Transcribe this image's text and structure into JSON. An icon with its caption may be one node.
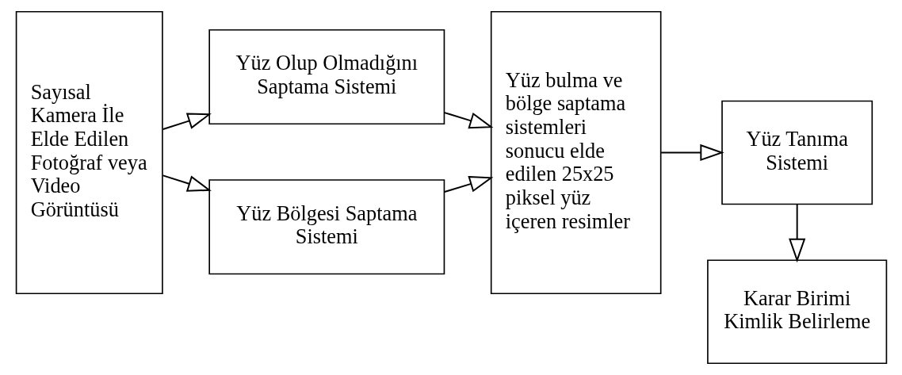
{
  "diagram": {
    "nodes": [
      {
        "text": [
          "Sayısal Kamera İle Elde Edilen Fotoğraf veya Video Görüntüsü"
        ]
      },
      {
        "text": [
          "Yüz Olup Olmadığını Saptama Sistemi"
        ]
      },
      {
        "text": [
          "Yüz Bölgesi Saptama Sistemi"
        ]
      },
      {
        "text": [
          "Yüz bulma ve bölge saptama sistemleri sonucu elde edilen 25x25 piksel yüz içeren resimler"
        ]
      },
      {
        "text": [
          "Yüz Tanıma Sistemi"
        ]
      },
      {
        "text": [
          "Karar Birimi Kimlik Belirleme"
        ]
      }
    ],
    "edges": [
      {
        "from": 0,
        "to": 1,
        "arrow": "to"
      },
      {
        "from": 0,
        "to": 2,
        "arrow": "to"
      },
      {
        "from": 1,
        "to": 3,
        "arrow": "to"
      },
      {
        "from": 2,
        "to": 3,
        "arrow": "to"
      },
      {
        "from": 3,
        "to": 4,
        "arrow": "to"
      },
      {
        "from": 4,
        "to": 5,
        "arrow": "to"
      }
    ]
  }
}
